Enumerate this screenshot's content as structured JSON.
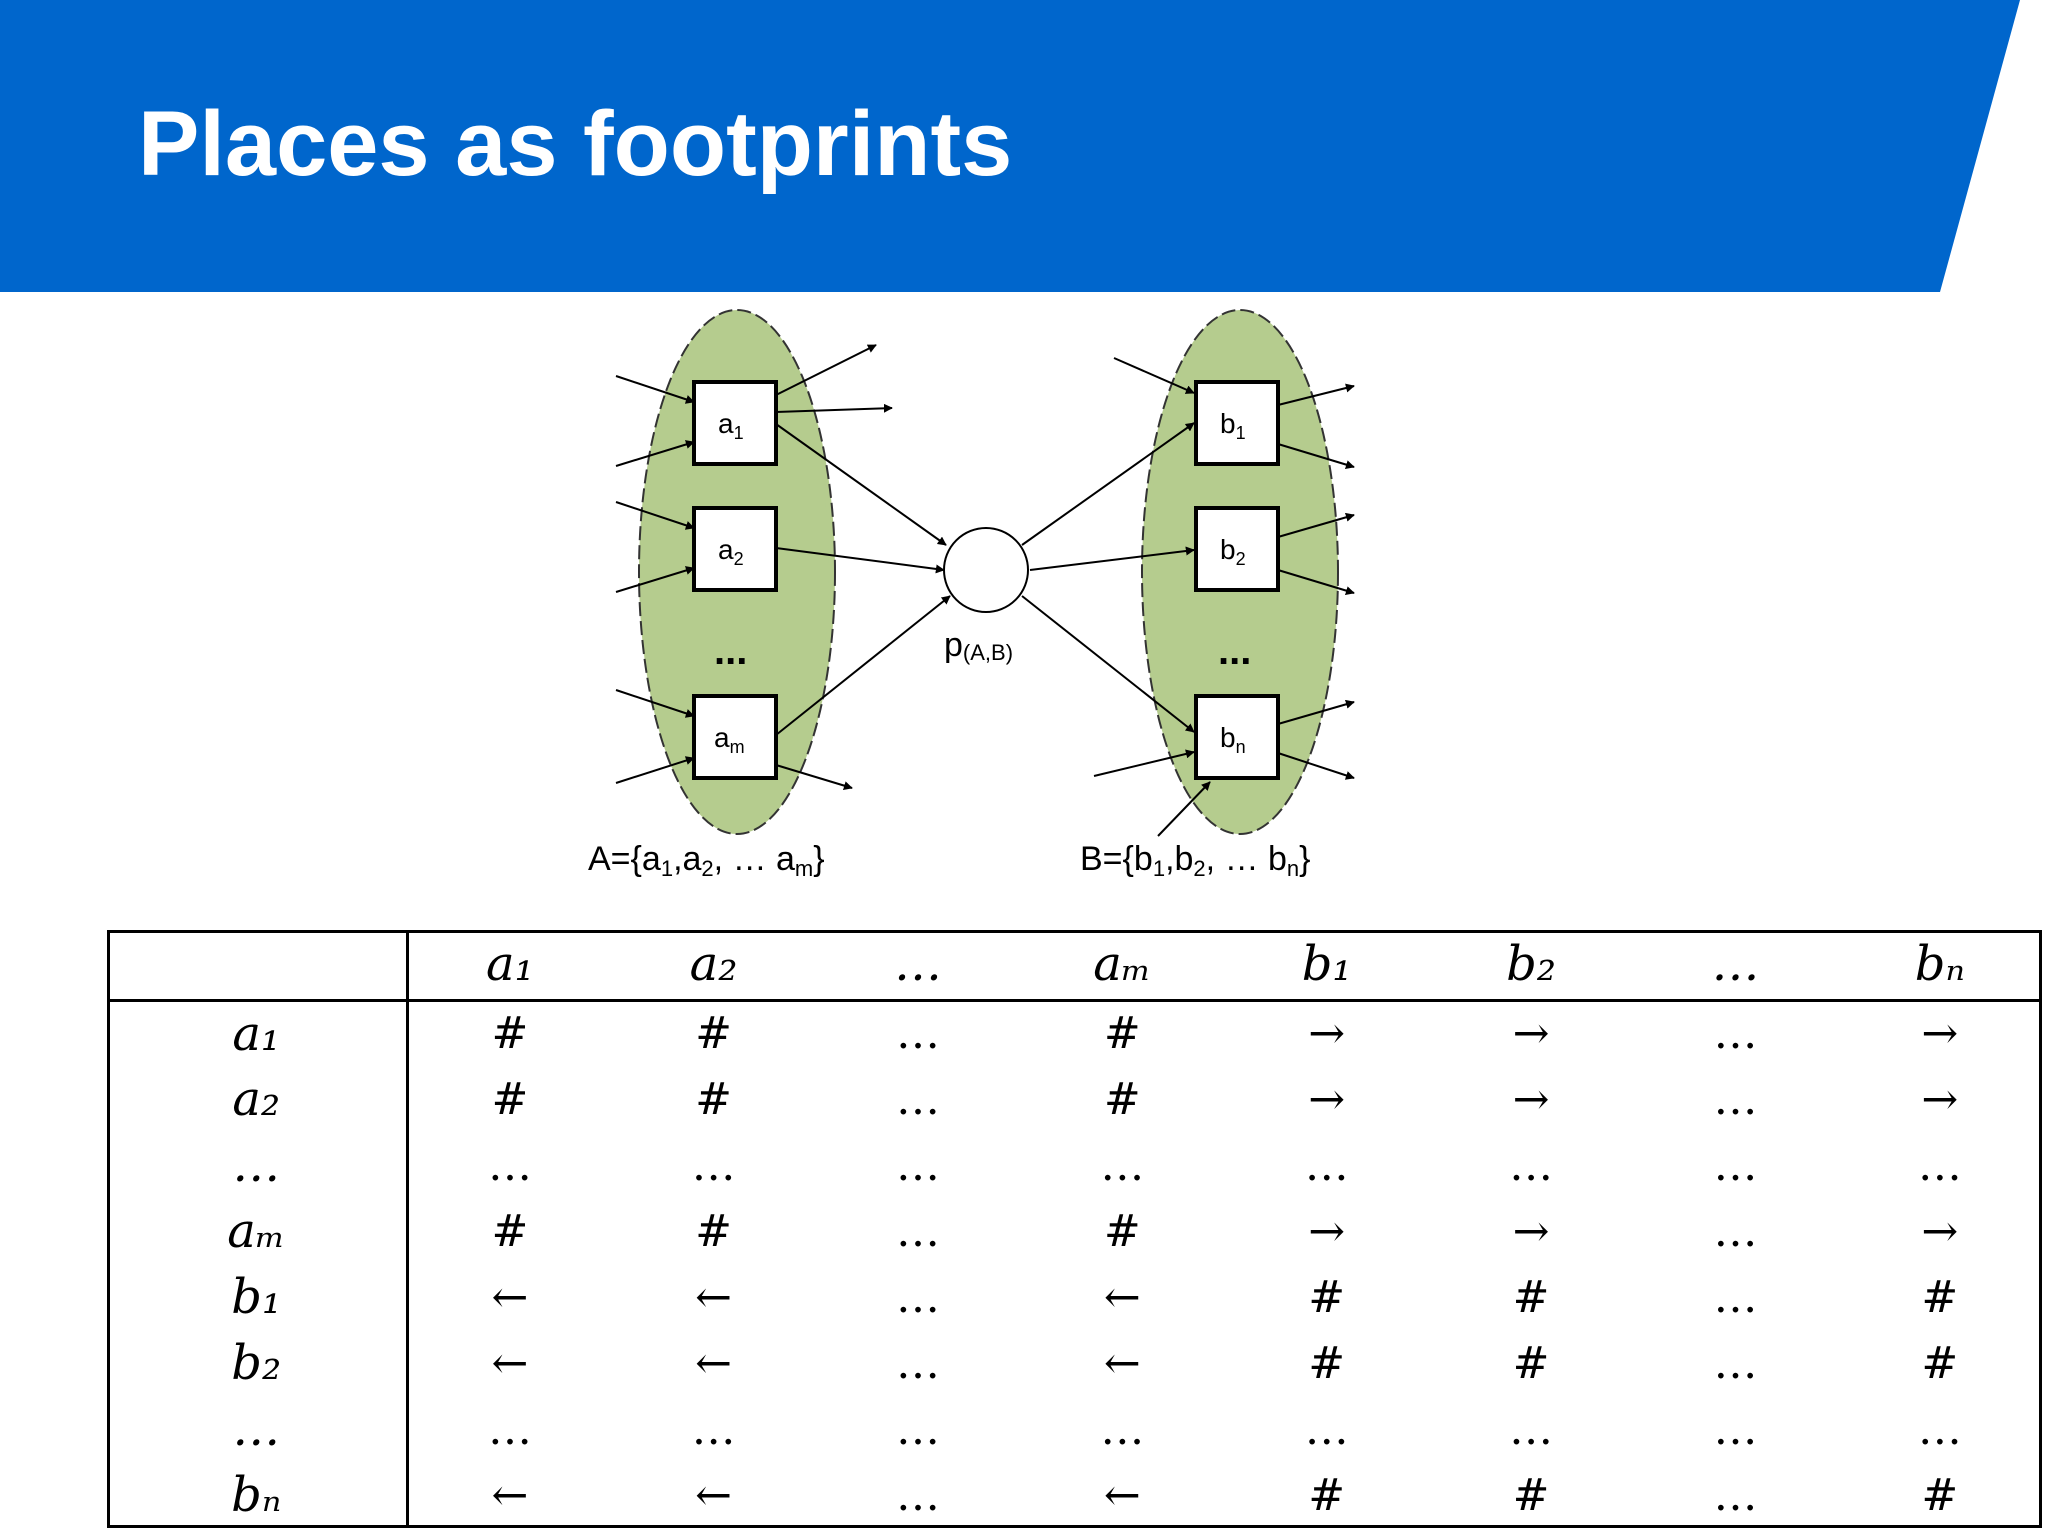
{
  "header": {
    "title": "Places as footprints",
    "colors": {
      "banner": "#0066cc",
      "title_text": "#ffffff"
    }
  },
  "diagram": {
    "colors": {
      "cloud_fill": "#b5cc8e",
      "cloud_stroke": "#333333"
    },
    "set_a": {
      "transitions": [
        {
          "main": "a",
          "sub": "1"
        },
        {
          "main": "a",
          "sub": "2"
        },
        {
          "main": "a",
          "sub": "m"
        }
      ],
      "ellipsis": "...",
      "label": {
        "main": "A={a",
        "s1": "1",
        "m2": ",a",
        "s2": "2",
        "m3": ", … a",
        "s3": "m",
        "end": "}"
      }
    },
    "place": {
      "main": "p",
      "sub": "(A,B)"
    },
    "set_b": {
      "transitions": [
        {
          "main": "b",
          "sub": "1"
        },
        {
          "main": "b",
          "sub": "2"
        },
        {
          "main": "b",
          "sub": "n"
        }
      ],
      "ellipsis": "...",
      "label": {
        "main": "B={b",
        "s1": "1",
        "m2": ",b",
        "s2": "2",
        "m3": ", … b",
        "s3": "n",
        "end": "}"
      }
    }
  },
  "footprint_table": {
    "corner": "",
    "columns": [
      "a₁",
      "a₂",
      "…",
      "aₘ",
      "b₁",
      "b₂",
      "…",
      "bₙ"
    ],
    "rows": [
      {
        "label": "a₁",
        "cells": [
          "#",
          "#",
          "…",
          "#",
          "→",
          "→",
          "…",
          "→"
        ]
      },
      {
        "label": "a₂",
        "cells": [
          "#",
          "#",
          "…",
          "#",
          "→",
          "→",
          "…",
          "→"
        ]
      },
      {
        "label": "…",
        "cells": [
          "…",
          "…",
          "…",
          "…",
          "…",
          "…",
          "…",
          "…"
        ]
      },
      {
        "label": "aₘ",
        "cells": [
          "#",
          "#",
          "…",
          "#",
          "→",
          "→",
          "…",
          "→"
        ]
      },
      {
        "label": "b₁",
        "cells": [
          "←",
          "←",
          "…",
          "←",
          "#",
          "#",
          "…",
          "#"
        ]
      },
      {
        "label": "b₂",
        "cells": [
          "←",
          "←",
          "…",
          "←",
          "#",
          "#",
          "…",
          "#"
        ]
      },
      {
        "label": "…",
        "cells": [
          "…",
          "…",
          "…",
          "…",
          "…",
          "…",
          "…",
          "…"
        ]
      },
      {
        "label": "bₙ",
        "cells": [
          "←",
          "←",
          "…",
          "←",
          "#",
          "#",
          "…",
          "#"
        ]
      }
    ]
  }
}
